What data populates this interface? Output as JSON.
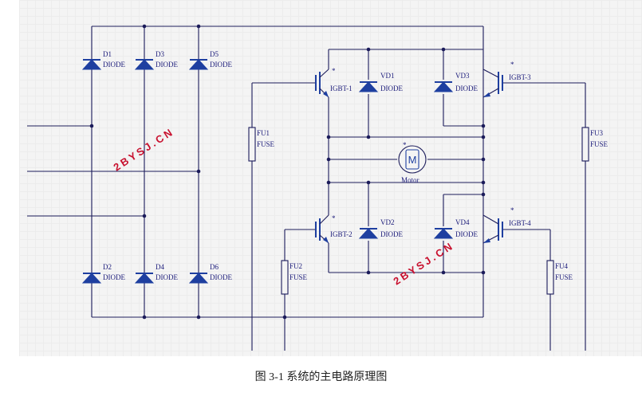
{
  "caption": "图 3-1 系统的主电路原理图",
  "colors": {
    "wire": "#1b1b5a",
    "symbol": "#1e3fa0",
    "label": "#1b1b7a",
    "watermark": "#c8102e",
    "sheet": "#f4f4f4"
  },
  "rectifier_diodes": [
    {
      "ref": "D1",
      "type": "DIODE"
    },
    {
      "ref": "D3",
      "type": "DIODE"
    },
    {
      "ref": "D5",
      "type": "DIODE"
    },
    {
      "ref": "D2",
      "type": "DIODE"
    },
    {
      "ref": "D4",
      "type": "DIODE"
    },
    {
      "ref": "D6",
      "type": "DIODE"
    }
  ],
  "igbts": [
    {
      "ref": "IGBT-1",
      "mark": "*"
    },
    {
      "ref": "IGBT-2",
      "mark": "*"
    },
    {
      "ref": "IGBT-3",
      "mark": "*"
    },
    {
      "ref": "IGBT-4",
      "mark": "*"
    }
  ],
  "freewheel_diodes": [
    {
      "ref": "VD1",
      "type": "DIODE"
    },
    {
      "ref": "VD2",
      "type": "DIODE"
    },
    {
      "ref": "VD3",
      "type": "DIODE"
    },
    {
      "ref": "VD4",
      "type": "DIODE"
    }
  ],
  "fuses": [
    {
      "ref": "FU1",
      "type": "FUSE"
    },
    {
      "ref": "FU2",
      "type": "FUSE"
    },
    {
      "ref": "FU3",
      "type": "FUSE"
    },
    {
      "ref": "FU4",
      "type": "FUSE"
    }
  ],
  "motor": {
    "symbol": "M",
    "label": "Motor",
    "mark": "*"
  },
  "watermarks": [
    "2BYSJ.CN",
    "2BYSJ.CN"
  ]
}
